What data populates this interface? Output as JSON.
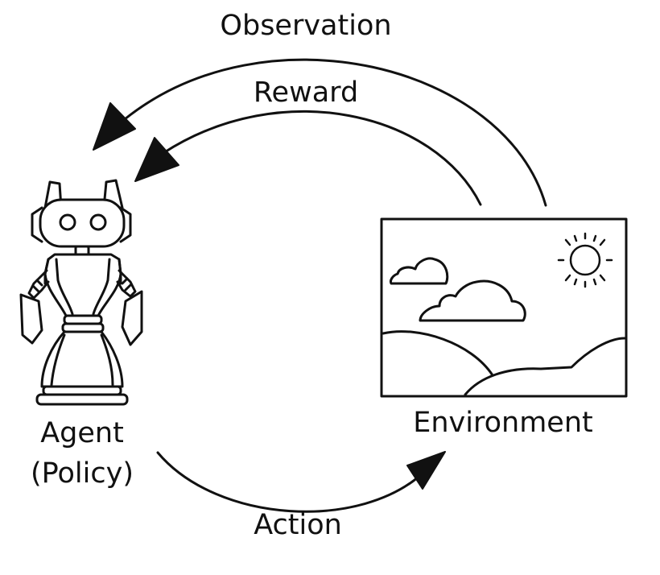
{
  "diagram": {
    "labels": {
      "observation": "Observation",
      "reward": "Reward",
      "agent_line1": "Agent",
      "agent_line2": "(Policy)",
      "environment": "Environment",
      "action": "Action"
    },
    "nodes": [
      {
        "id": "agent",
        "icon": "robot-icon"
      },
      {
        "id": "environment",
        "icon": "landscape-icon"
      }
    ],
    "edges": [
      {
        "from": "environment",
        "to": "agent",
        "label": "Observation"
      },
      {
        "from": "environment",
        "to": "agent",
        "label": "Reward"
      },
      {
        "from": "agent",
        "to": "environment",
        "label": "Action"
      }
    ],
    "colors": {
      "stroke": "#111111",
      "background": "#ffffff"
    }
  }
}
